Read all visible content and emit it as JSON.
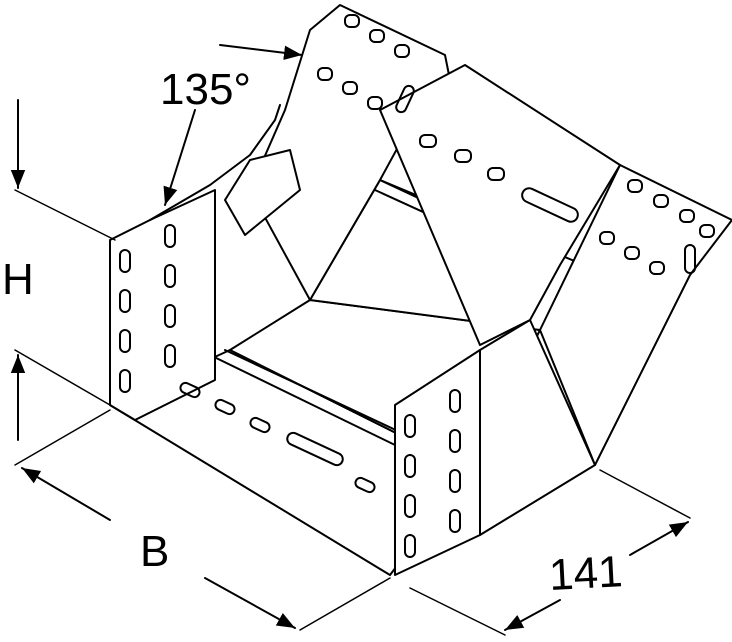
{
  "dimensions": {
    "angle_label": "135°",
    "height_label": "H",
    "width_label": "B",
    "length_label": "141"
  },
  "colors": {
    "line": "#000000",
    "background": "#ffffff",
    "shade": "#e6e6e6"
  }
}
